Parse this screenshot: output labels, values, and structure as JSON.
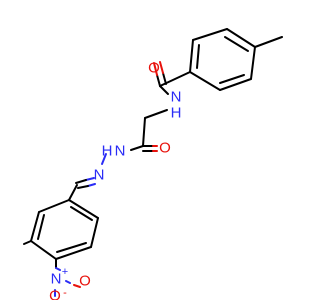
{
  "colors": {
    "bond": "#000000",
    "oxygen": "#e8120c",
    "nitrogen": "#2a2cf6",
    "background": "#ffffff"
  },
  "atoms": {
    "o_amide_top": "O",
    "nh_amide": "N",
    "h_amide": "H",
    "o_hydrazide": "O",
    "n_hydrazide": "N",
    "h_hydrazide": "H",
    "n_imine": "N",
    "n_nitro": "N",
    "n_nitro_charge": "+",
    "o_nitro_right": "O",
    "o_nitro_bottom": "O",
    "o_nitro_charge": "-"
  }
}
